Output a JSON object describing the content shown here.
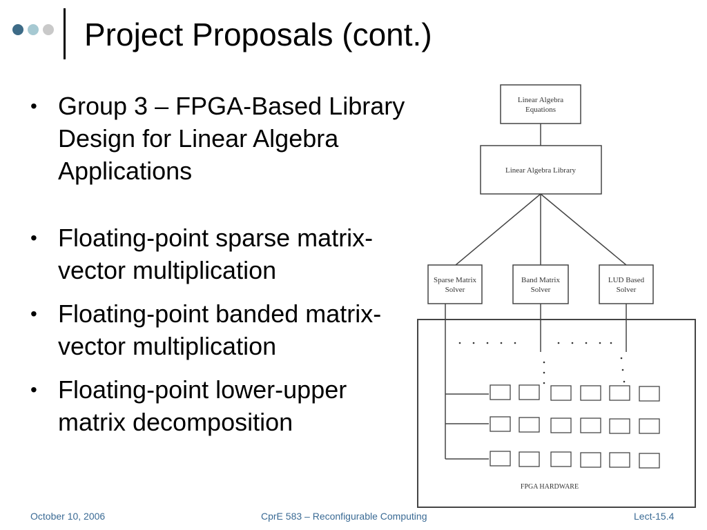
{
  "colors": {
    "dot_dark": "#3d6b87",
    "dot_mid": "#a6c9d2",
    "dot_light": "#c9c9c9",
    "footer_text": "#3a6a94"
  },
  "title": "Project Proposals (cont.)",
  "bullets": [
    "Group 3 – FPGA-Based Library Design for Linear Algebra Applications",
    "Floating-point sparse matrix-vector multiplication",
    "Floating-point banded matrix-vector multiplication",
    "Floating-point lower-upper matrix decomposition"
  ],
  "diagram": {
    "top_box": [
      "Linear Algebra",
      "Equations"
    ],
    "library_box": "Linear Algebra Library",
    "solvers": [
      [
        "Sparse Matrix",
        "Solver"
      ],
      [
        "Band Matrix",
        "Solver"
      ],
      [
        "LUD Based",
        "Solver"
      ]
    ],
    "hardware_label": "FPGA HARDWARE"
  },
  "footer": {
    "date": "October 10, 2006",
    "course": "CprE 583 – Reconfigurable Computing",
    "lecture": "Lect-15.4"
  }
}
